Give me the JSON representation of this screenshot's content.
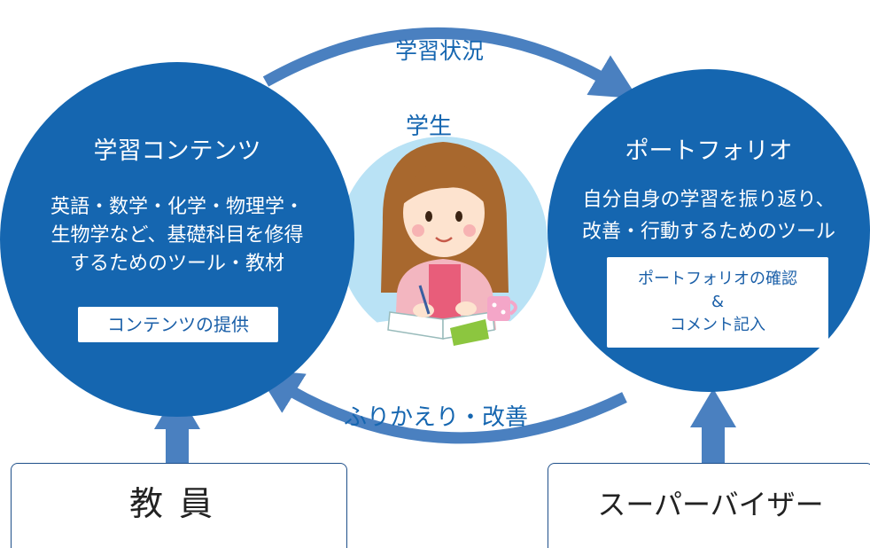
{
  "diagram": {
    "left_circle": {
      "title": "学習コンテンツ",
      "description_lines": [
        "英語・数学・化学・物理学・",
        "生物学など、基礎科目を修得",
        "するためのツール・教材"
      ],
      "box_label": "コンテンツの提供"
    },
    "right_circle": {
      "title": "ポートフォリオ",
      "description_lines": [
        "自分自身の学習を振り返り、",
        "改善・行動するためのツール"
      ],
      "box_lines": [
        "ポートフォリオの確認",
        "&",
        "コメント記入"
      ]
    },
    "center": {
      "label": "学生"
    },
    "top_arrow_label": "学習状況",
    "bottom_arrow_label": "ふりかえり・改善",
    "teacher_label": "教員",
    "supervisor_label": "スーパーバイザー"
  },
  "colors": {
    "primary_blue": "#1566b0",
    "arrow_blue": "#4a80c0",
    "student_circle": "#b9e2f5"
  }
}
